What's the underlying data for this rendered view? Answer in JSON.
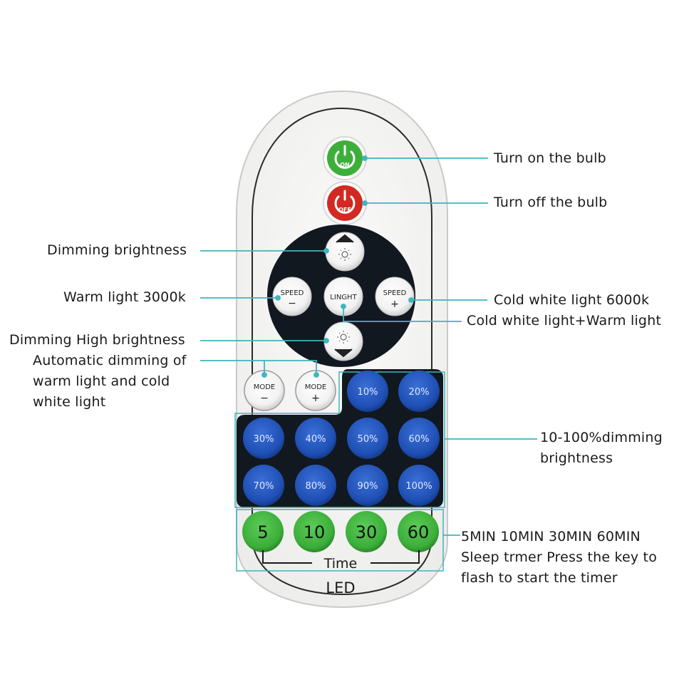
{
  "remote": {
    "on_label": "ON",
    "off_label": "OFF",
    "speed_minus": {
      "top": "SPEED",
      "sign": "−"
    },
    "speed_plus": {
      "top": "SPEED",
      "sign": "+"
    },
    "light_label": "LINGHT",
    "mode_minus": {
      "top": "MODE",
      "sign": "−"
    },
    "mode_plus": {
      "top": "MODE",
      "sign": "+"
    },
    "percent_buttons": [
      "10%",
      "20%",
      "30%",
      "40%",
      "50%",
      "60%",
      "70%",
      "80%",
      "90%",
      "100%"
    ],
    "timer_buttons": [
      "5",
      "10",
      "30",
      "60"
    ],
    "time_label": "Time",
    "brand": "LED"
  },
  "callouts": {
    "turn_on": "Turn on the bulb",
    "turn_off": "Turn off the bulb",
    "dimming_brightness": "Dimming brightness",
    "warm_light": "Warm light 3000k",
    "cold_light": "Cold white light 6000k",
    "cold_warm": "Cold white light+Warm light",
    "dimming_high": "Dimming High brightness",
    "auto_dimming": "Automatic dimming of\nwarm light and cold\nwhite light",
    "percent_dimming": "10-100%dimming\nbrightness",
    "sleep_timer": "5MIN 10MIN 30MIN 60MIN\nSleep trmer Press the key to\nflash to start the timer"
  },
  "colors": {
    "leader_line": "#3fb5be",
    "on_button": "#3dae3a",
    "off_button": "#d22a23",
    "percent_button": "#1f4fb4",
    "timer_button": "#3cae3a",
    "dark_panel": "#121820",
    "remote_body": "#f4f4f2"
  }
}
